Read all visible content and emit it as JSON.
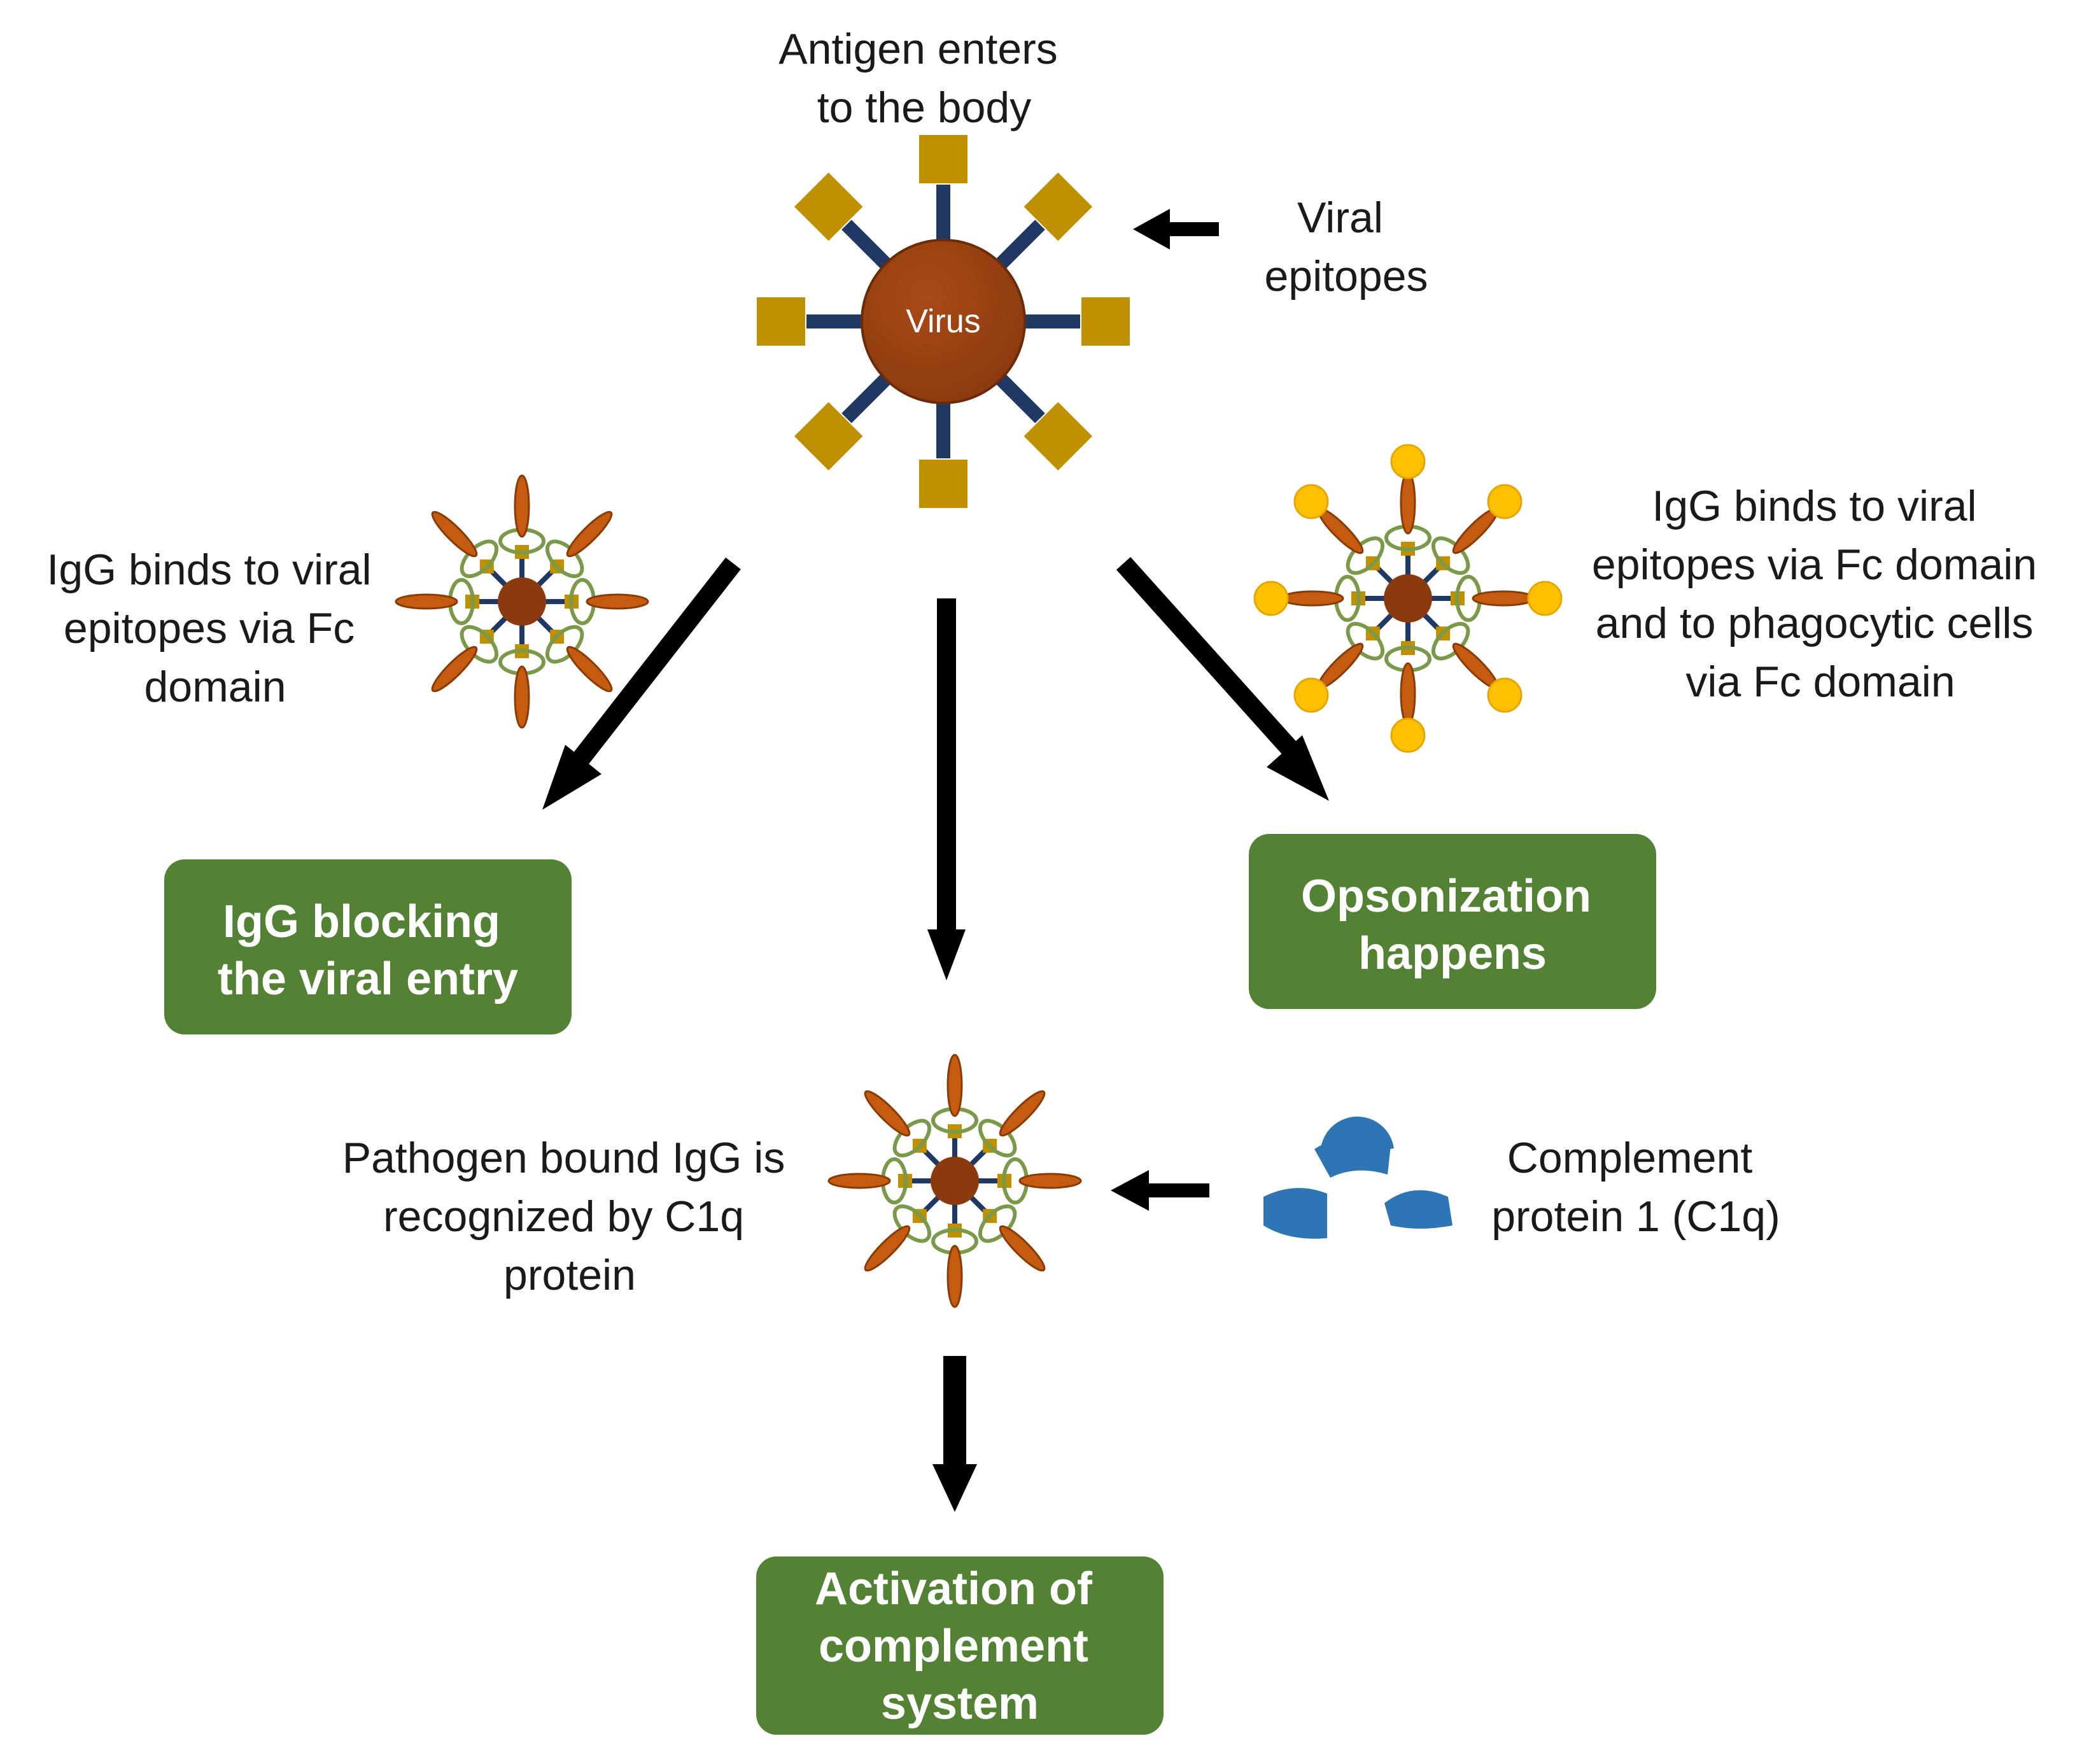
{
  "labels": {
    "antigen": [
      "Antigen enters",
      "to the body"
    ],
    "epitopes": [
      "Viral",
      "epitopes"
    ],
    "virus": "Virus",
    "left_igg": [
      "IgG binds to viral",
      "epitopes via Fc",
      "domain"
    ],
    "right_igg": [
      "IgG binds to viral",
      "epitopes via Fc domain",
      "and to phagocytic cells",
      "via Fc domain"
    ],
    "pathogen": [
      "Pathogen bound IgG is",
      "recognized by C1q",
      "protein"
    ],
    "complement": [
      "Complement",
      "protein 1 (C1q)"
    ]
  },
  "boxes": {
    "blocking": [
      "IgG blocking",
      "the viral entry"
    ],
    "opsonization": [
      "Opsonization",
      "happens"
    ],
    "activation": [
      "Activation of",
      "complement",
      "system"
    ]
  },
  "colors": {
    "box_fill": "#548235",
    "virus_fill": "#8b3a0e",
    "epitope_fill": "#bf9000",
    "spike_stroke": "#203864",
    "antibody_fill": "#c55a11",
    "phagocyte_fill": "#ffc000",
    "c1q_fill": "#2e75b6",
    "arrow": "#000000"
  },
  "icons": [
    "virus-icon",
    "igg-complex-icon",
    "opsonized-virus-icon",
    "c1q-protein-icon",
    "arrow-icon"
  ]
}
